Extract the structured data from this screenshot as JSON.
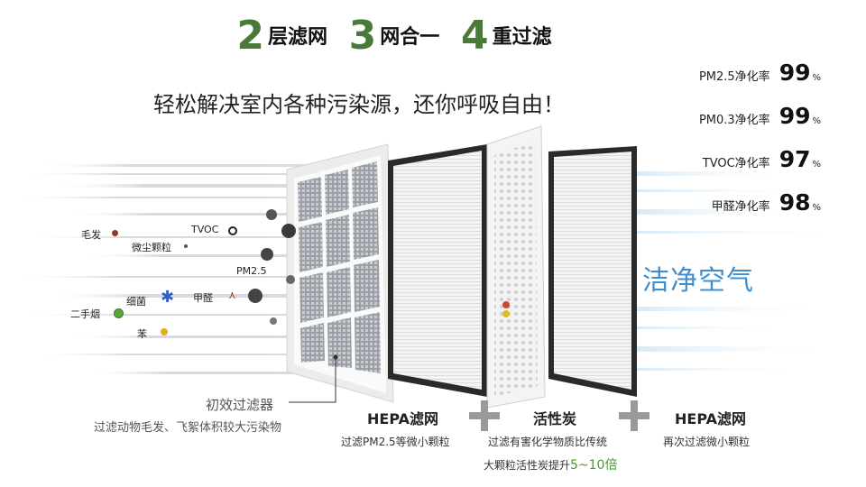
{
  "headline": {
    "parts": [
      {
        "num": "2",
        "text": "层滤网"
      },
      {
        "num": "3",
        "text": "网合一"
      },
      {
        "num": "4",
        "text": "重过滤"
      }
    ]
  },
  "slogan": "轻松解决室内各种污染源，还你呼吸自由！",
  "stats": [
    {
      "label": "PM2.5净化率",
      "value": "99",
      "unit": "%"
    },
    {
      "label": "PM0.3净化率",
      "value": "99",
      "unit": "%"
    },
    {
      "label": "TVOC净化率",
      "value": "97",
      "unit": "%"
    },
    {
      "label": "甲醛净化率",
      "value": "98",
      "unit": "%"
    }
  ],
  "clean_air": "洁净空气",
  "pollutants": [
    {
      "label": "毛发",
      "color": "#8a3a2a"
    },
    {
      "label": "微尘颗粒",
      "color": "#555555"
    },
    {
      "label": "TVOC",
      "color": "#222222"
    },
    {
      "label": "PM2.5",
      "color": "#333333"
    },
    {
      "label": "细菌",
      "color": "#3060c0"
    },
    {
      "label": "甲醛",
      "color": "#8a4a2a"
    },
    {
      "label": "二手烟",
      "color": "#5aa83a"
    },
    {
      "label": "苯",
      "color": "#e0b020"
    }
  ],
  "prefilter": {
    "title": "初效过滤器",
    "desc": "过滤动物毛发、飞絮体积较大污染物"
  },
  "filters": [
    {
      "title": "HEPA滤网",
      "desc": "过滤PM2.5等微小颗粒"
    },
    {
      "title": "活性炭",
      "desc": "过滤有害化学物质比传统",
      "desc2_prefix": "大颗粒活性炭提升",
      "desc2_highlight": "5~10倍"
    },
    {
      "title": "HEPA滤网",
      "desc": "再次过滤微小颗粒"
    }
  ],
  "colors": {
    "accent_green": "#4a7a3a",
    "clean_blue": "#3f8fd0",
    "highlight_green": "#4a9a2e"
  }
}
